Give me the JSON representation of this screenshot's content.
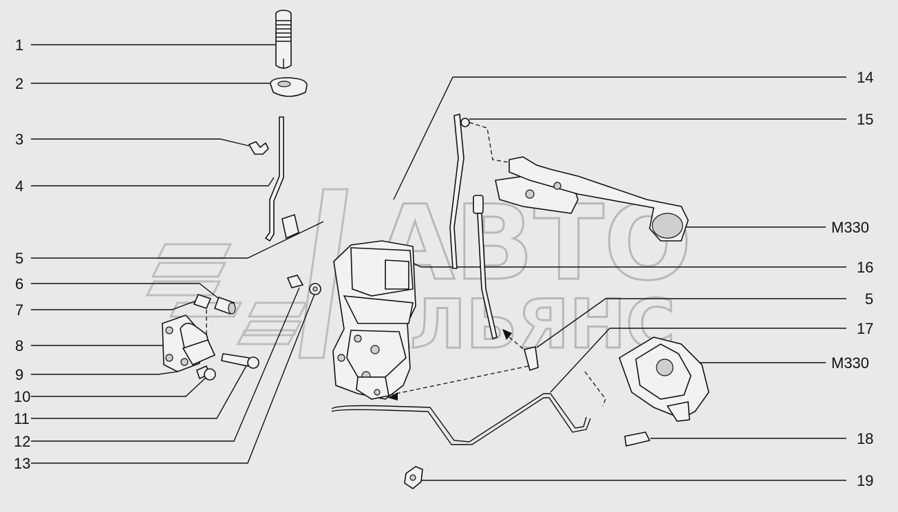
{
  "watermark": {
    "line1": "АВТО",
    "line2": "АЛЬЯНС"
  },
  "callouts_left": [
    "1",
    "2",
    "3",
    "4",
    "5",
    "6",
    "7",
    "8",
    "9",
    "10",
    "11",
    "12",
    "13"
  ],
  "callouts_right": [
    "14",
    "15",
    "М330",
    "16",
    "5",
    "17",
    "М330",
    "18",
    "19"
  ]
}
